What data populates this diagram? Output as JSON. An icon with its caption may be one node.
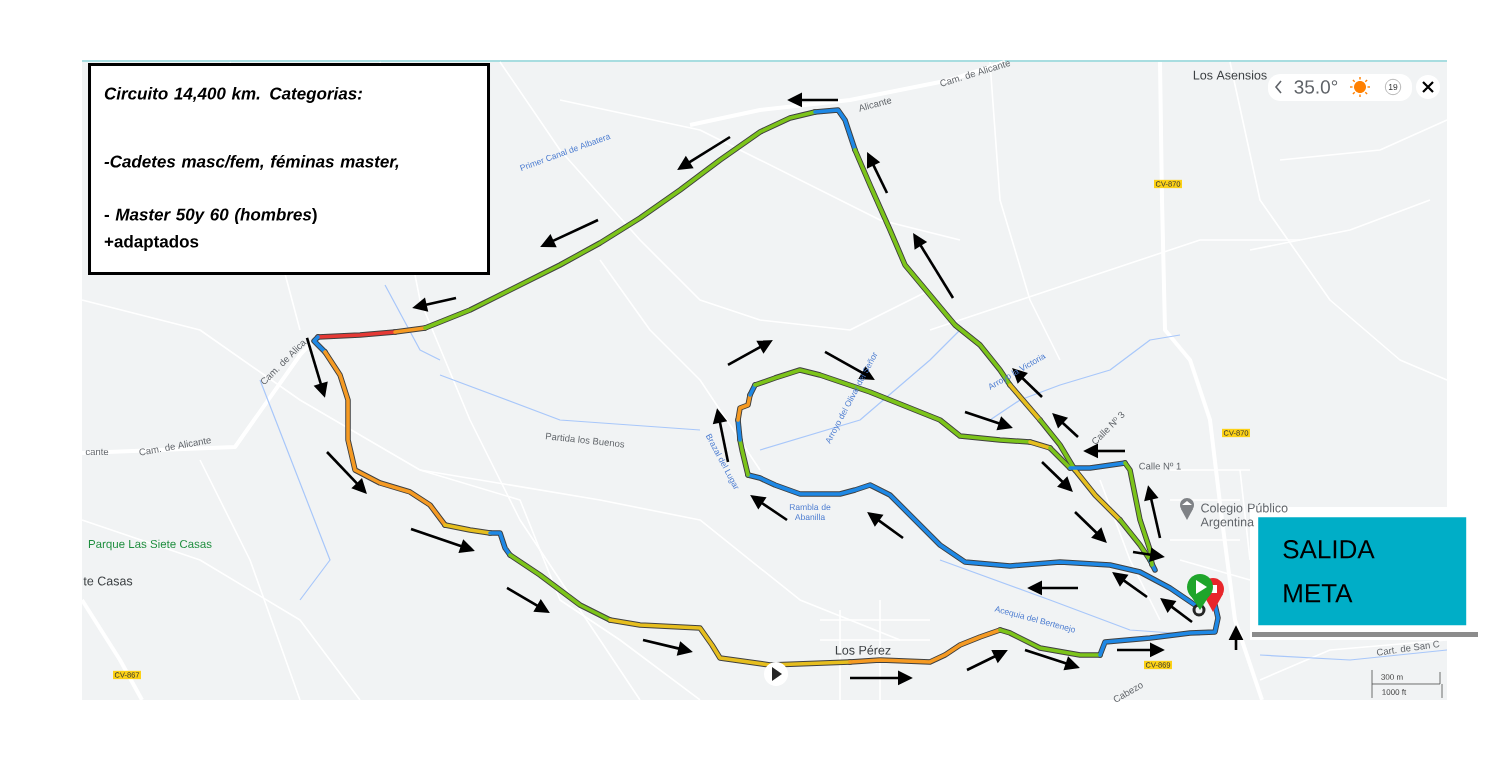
{
  "diagram": {
    "nodes": [
      {
        "text": [
          "Circuito 14,400 km. Categorias:",
          "-Cadetes masc/fem, féminas master,",
          "- *Master 50y 60 (hombres*)",
          "+adaptados"
        ]
      },
      {
        "text": [
          "SALIDA META"
        ]
      }
    ],
    "labels": [
      "Cam. de Alicante",
      "Los Asensios",
      "35.0°",
      "19",
      "Alicante",
      "Primer Canal de Albatera",
      "CV-870",
      "Arroyo del Olivar del Señor",
      "Arroyo la Victoria",
      "Calle Nº 3",
      "CV-870",
      "Cam. de Alica",
      "Partida los Buenos",
      "cante",
      "Cam. de Alicante",
      "Brazal del Lugar",
      "Calle Nº 1",
      "Colegio Público Argentina",
      "Rambla de Abanilla",
      "Parque Las Siete Casas",
      "te Casas",
      "Acequia del Bertenejo",
      "Cart. de San C",
      "Los Pérez",
      "CV-869",
      "CV-867",
      "300 m",
      "1000 ft",
      "Cabezo"
    ]
  }
}
